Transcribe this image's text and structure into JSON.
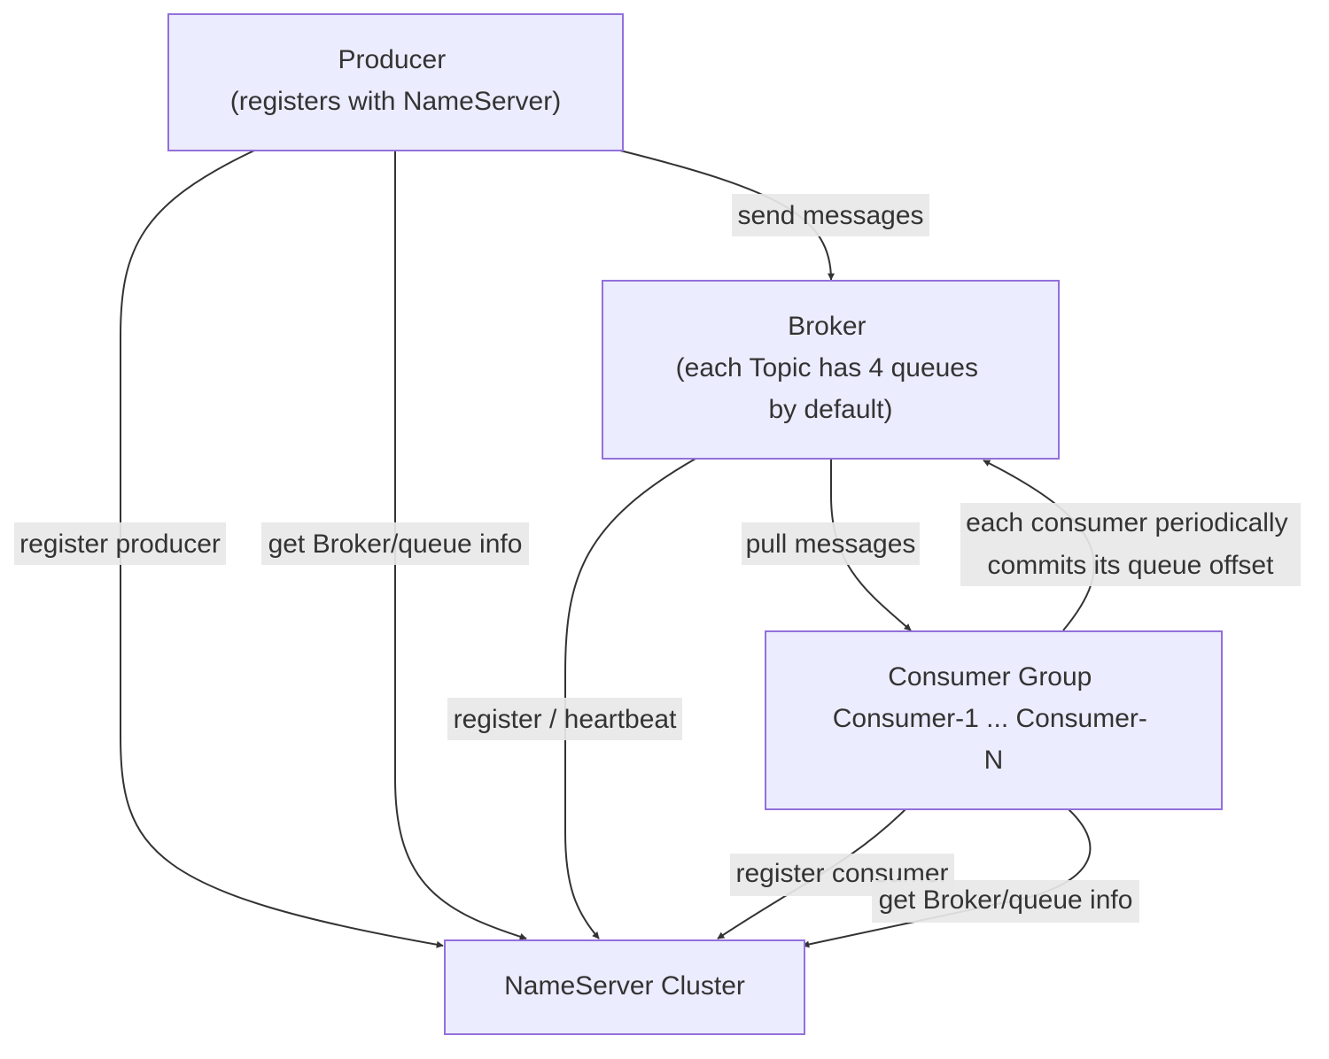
{
  "nodes": {
    "producer": {
      "lines": [
        "Producer",
        "(registers with NameServer)"
      ]
    },
    "broker": {
      "lines": [
        "Broker",
        "(each Topic has 4 queues",
        "by default)"
      ]
    },
    "consumer_group": {
      "lines": [
        "Consumer Group",
        "Consumer-1 ... Consumer-",
        "N"
      ]
    },
    "nameserver": {
      "lines": [
        "NameServer Cluster"
      ]
    }
  },
  "edges": {
    "register_producer": {
      "label": [
        "register producer"
      ]
    },
    "producer_get_info": {
      "label": [
        "get Broker/queue info"
      ]
    },
    "send_messages": {
      "label": [
        "send messages"
      ]
    },
    "broker_register": {
      "label": [
        "register / heartbeat"
      ]
    },
    "pull_messages": {
      "label": [
        "pull messages"
      ]
    },
    "commit_offset": {
      "label": [
        "each consumer periodically",
        "commits its queue offset"
      ]
    },
    "register_consumer": {
      "label": [
        "register consumer"
      ]
    },
    "consumer_get_info": {
      "label": [
        "get Broker/queue info"
      ]
    }
  },
  "colors": {
    "node_fill": "#ECECFF",
    "node_stroke": "#9370DB",
    "edge": "#333333",
    "label_bg": "#e8e8e8",
    "text": "#333333"
  }
}
